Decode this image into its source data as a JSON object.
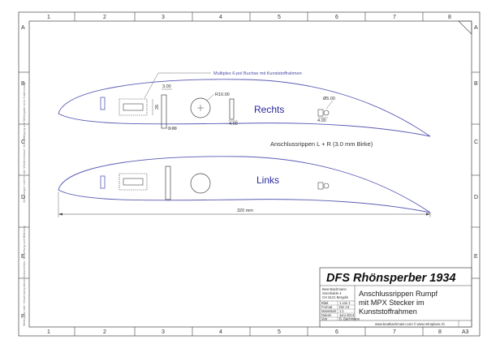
{
  "grid": {
    "columns": [
      "1",
      "2",
      "3",
      "4",
      "5",
      "6",
      "7",
      "8"
    ],
    "rows": [
      "A",
      "B",
      "C",
      "D",
      "E",
      "F"
    ]
  },
  "annotations": {
    "connector_note": "Multiplex 6-pol Buchse mit Kunststoffrahmen",
    "dim_slot_width": "3.00",
    "dim_frame_height": "26",
    "dim_rear_slot": "3.00",
    "dim_hole_radius": "R10.00",
    "dim_mid_slot": "4.00",
    "dim_small_hole": "Ø5.00",
    "dim_small_hole_offset": "4.00",
    "dim_total_length": "320 mm"
  },
  "labels": {
    "right": "Rechts",
    "left": "Links",
    "caption": "Anschlussrippen L + R (3.0 mm Birke)"
  },
  "side_notes": [
    "Zeichnungen nicht für den Wiederverkauf, Vervielfältigung und Weitergabe ohne Zustimmung",
    "Weitergabe oder Verwendung dieses Dokumentes, Verwertung und Mitteilung"
  ],
  "title_block": {
    "title": "DFS Rhönsperber 1934",
    "author_lines": [
      "Beat Bachmann",
      "Sonnhalde 4",
      "CH 6121 Bergdin"
    ],
    "description_lines": [
      "Anschlussrippen Rumpf",
      "mit MPX Stecker im",
      "Kunststoffrahmen"
    ],
    "meta": [
      {
        "label": "Blatt",
        "value": "1 von 1"
      },
      {
        "label": "Format",
        "value": "Din A3"
      },
      {
        "label": "Massstab",
        "value": "1:1"
      },
      {
        "label": "Datum",
        "value": "Juni 2014"
      },
      {
        "label": "Von",
        "value": "B. Bachmann"
      }
    ],
    "websites": "www.beatbachmann.com  //  www.retroplane.ch",
    "sheet_format": "A3"
  },
  "colors": {
    "outline": "#5a5ab4",
    "frame": "#444444",
    "text": "#222222"
  }
}
